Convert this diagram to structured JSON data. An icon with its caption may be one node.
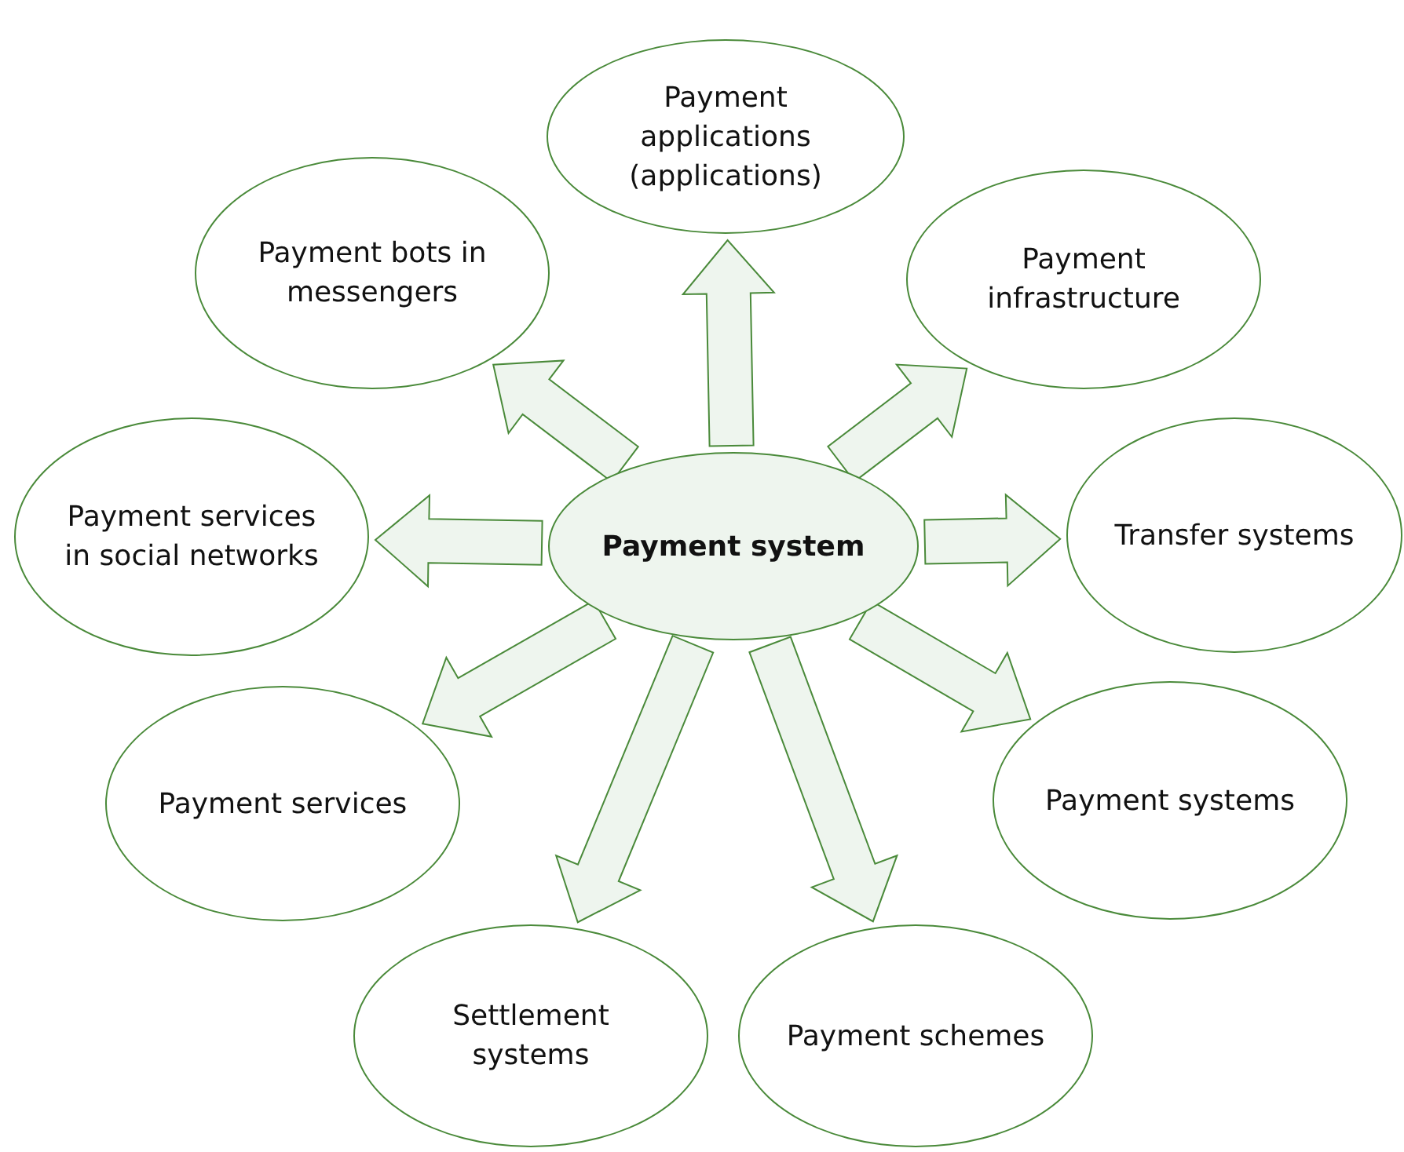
{
  "diagram": {
    "nodes": [
      {
        "text": [
          "Payment system"
        ]
      },
      {
        "text": [
          "Payment bots in messengers"
        ]
      },
      {
        "text": [
          "Payment applications (applications)"
        ]
      },
      {
        "text": [
          "Payment infrastructure"
        ]
      },
      {
        "text": [
          "Transfer systems"
        ]
      },
      {
        "text": [
          "Payment systems"
        ]
      },
      {
        "text": [
          "Payment schemes"
        ]
      },
      {
        "text": [
          "Settlement systems"
        ]
      },
      {
        "text": [
          "Payment services"
        ]
      },
      {
        "text": [
          "Payment services in social networks"
        ]
      }
    ],
    "edges": [
      {
        "from": 0,
        "to": 1,
        "arrow": "to"
      },
      {
        "from": 0,
        "to": 2,
        "arrow": "to"
      },
      {
        "from": 0,
        "to": 3,
        "arrow": "to"
      },
      {
        "from": 0,
        "to": 4,
        "arrow": "to"
      },
      {
        "from": 0,
        "to": 5,
        "arrow": "to"
      },
      {
        "from": 0,
        "to": 6,
        "arrow": "to"
      },
      {
        "from": 0,
        "to": 7,
        "arrow": "to"
      },
      {
        "from": 0,
        "to": 8,
        "arrow": "to"
      },
      {
        "from": 0,
        "to": 9,
        "arrow": "to"
      }
    ]
  }
}
